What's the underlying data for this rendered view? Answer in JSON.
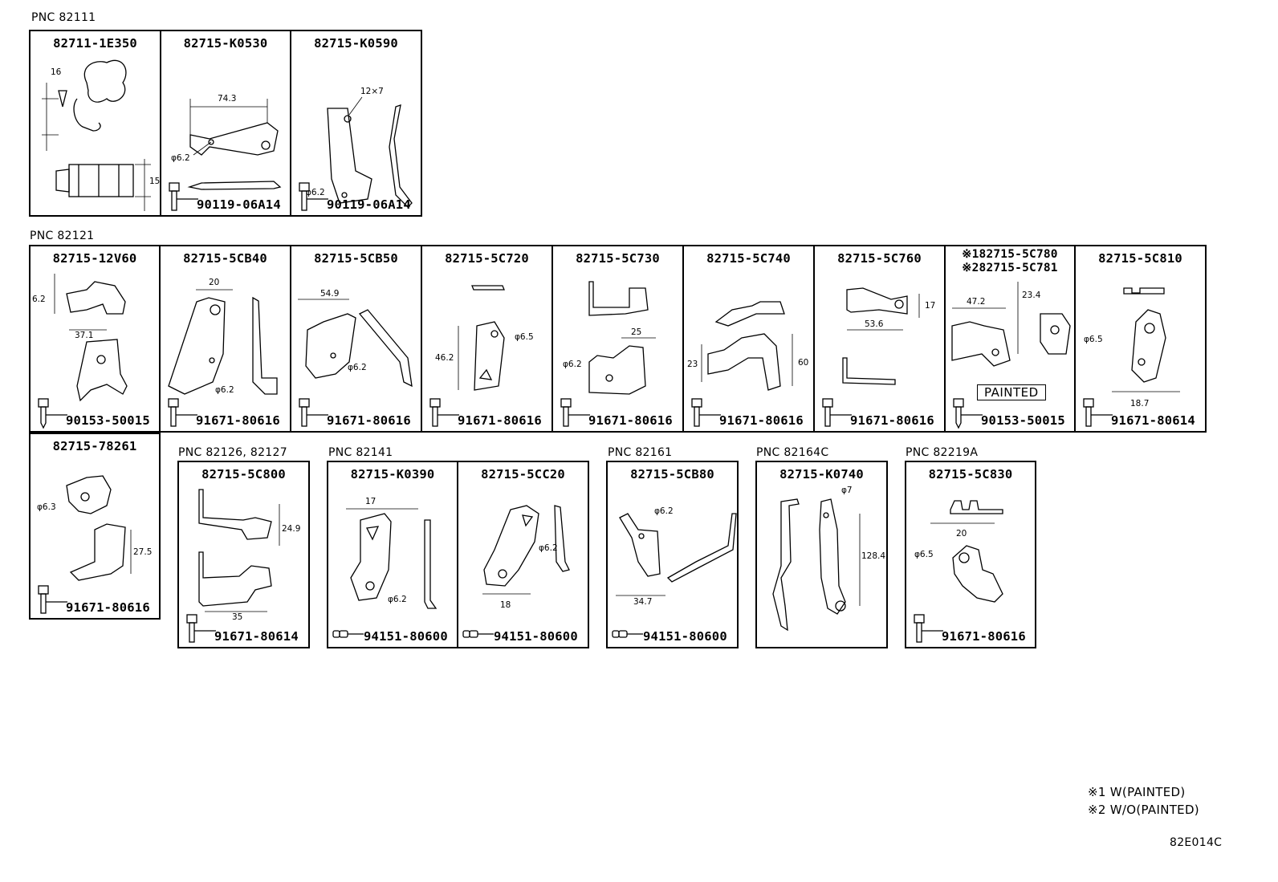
{
  "groups": [
    {
      "label": "PNC 82111"
    },
    {
      "label": "PNC 82121"
    },
    {
      "label": "PNC 82126, 82127"
    },
    {
      "label": "PNC 82141"
    },
    {
      "label": "PNC 82161"
    },
    {
      "label": "PNC 82164C"
    },
    {
      "label": "PNC 82219A"
    }
  ],
  "cells": [
    {
      "part": "82711-1E350",
      "dims": [
        "16",
        "15"
      ]
    },
    {
      "part": "82715-K0530",
      "dims": [
        "74.3",
        "φ6.2"
      ],
      "fastener": "90119-06A14"
    },
    {
      "part": "82715-K0590",
      "dims": [
        "12×7",
        "φ6.2"
      ],
      "fastener": "90119-06A14"
    },
    {
      "part": "82715-12V60",
      "dims": [
        "6.2",
        "37.1"
      ],
      "fastener": "90153-50015"
    },
    {
      "part": "82715-5CB40",
      "dims": [
        "20",
        "φ6.2"
      ],
      "fastener": "91671-80616"
    },
    {
      "part": "82715-5CB50",
      "dims": [
        "54.9",
        "φ6.2"
      ],
      "fastener": "91671-80616"
    },
    {
      "part": "82715-5C720",
      "dims": [
        "46.2",
        "φ6.5"
      ],
      "fastener": "91671-80616"
    },
    {
      "part": "82715-5C730",
      "dims": [
        "25",
        "φ6.2"
      ],
      "fastener": "91671-80616"
    },
    {
      "part": "82715-5C740",
      "dims": [
        "23",
        "60"
      ],
      "fastener": "91671-80616"
    },
    {
      "part": "82715-5C760",
      "dims": [
        "17",
        "53.6"
      ],
      "fastener": "91671-80616"
    },
    {
      "part_line1": "※182715-5C780",
      "part_line2": "※282715-5C781",
      "dims": [
        "47.2",
        "23.4"
      ],
      "painted": "PAINTED",
      "fastener": "90153-50015"
    },
    {
      "part": "82715-5C810",
      "dims": [
        "φ6.5",
        "18.7"
      ],
      "fastener": "91671-80614"
    },
    {
      "part": "82715-78261",
      "dims": [
        "φ6.3",
        "27.5"
      ],
      "fastener": "91671-80616"
    },
    {
      "part": "82715-5C800",
      "dims": [
        "24.9",
        "35"
      ],
      "fastener": "91671-80614"
    },
    {
      "part": "82715-K0390",
      "dims": [
        "17",
        "φ6.2"
      ],
      "fastener": "94151-80600"
    },
    {
      "part": "82715-5CC20",
      "dims": [
        "φ6.2",
        "18"
      ],
      "fastener": "94151-80600"
    },
    {
      "part": "82715-5CB80",
      "dims": [
        "φ6.2",
        "34.7"
      ],
      "fastener": "94151-80600"
    },
    {
      "part": "82715-K0740",
      "dims": [
        "φ7",
        "128.4"
      ]
    },
    {
      "part": "82715-5C830",
      "dims": [
        "20",
        "φ6.5"
      ],
      "fastener": "91671-80616"
    }
  ],
  "notes": [
    "※1 W(PAINTED)",
    "※2 W/O(PAINTED)"
  ],
  "diagram_code": "82E014C"
}
